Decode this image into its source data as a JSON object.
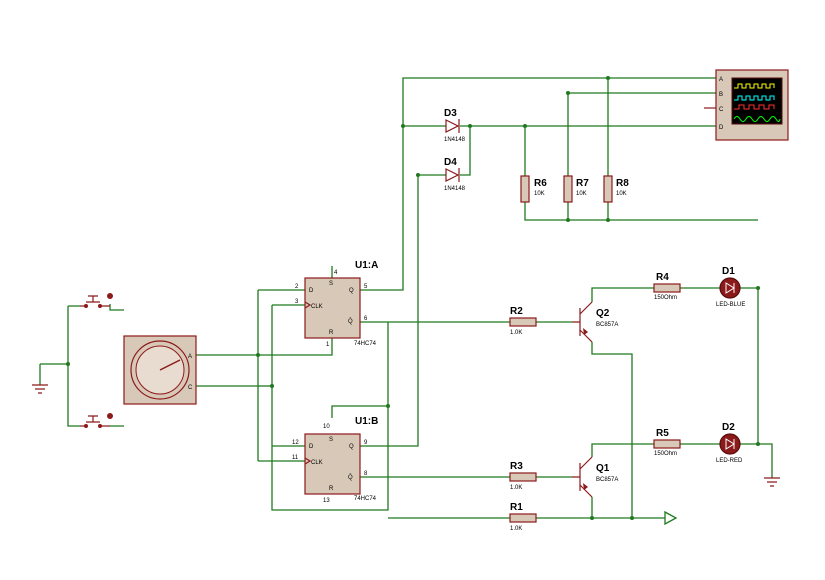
{
  "components": {
    "u1a": {
      "ref": "U1:A",
      "value": "74HC74",
      "pins": {
        "d": "D",
        "clk": "CLK",
        "s": "S",
        "r": "R",
        "q": "Q",
        "qn": "Q̄",
        "n_d": "2",
        "n_clk": "3",
        "n_s": "4",
        "n_r": "1",
        "n_q": "5",
        "n_qn": "6"
      }
    },
    "u1b": {
      "ref": "U1:B",
      "value": "74HC74",
      "pins": {
        "d": "D",
        "clk": "CLK",
        "s": "S",
        "r": "R",
        "q": "Q",
        "qn": "Q̄",
        "n_d": "12",
        "n_clk": "11",
        "n_s": "10",
        "n_r": "13",
        "n_q": "9",
        "n_qn": "8"
      }
    },
    "d3": {
      "ref": "D3",
      "value": "1N4148"
    },
    "d4": {
      "ref": "D4",
      "value": "1N4148"
    },
    "r6": {
      "ref": "R6",
      "value": "10K"
    },
    "r7": {
      "ref": "R7",
      "value": "10K"
    },
    "r8": {
      "ref": "R8",
      "value": "10K"
    },
    "r1": {
      "ref": "R1",
      "value": "1.0K"
    },
    "r2": {
      "ref": "R2",
      "value": "1.0K"
    },
    "r3": {
      "ref": "R3",
      "value": "1.0K"
    },
    "r4": {
      "ref": "R4",
      "value": "150Ohm"
    },
    "r5": {
      "ref": "R5",
      "value": "150Ohm"
    },
    "q1": {
      "ref": "Q1",
      "value": "BC857A"
    },
    "q2": {
      "ref": "Q2",
      "value": "BC857A"
    },
    "d1": {
      "ref": "D1",
      "value": "LED-BLUE"
    },
    "d2": {
      "ref": "D2",
      "value": "LED-RED"
    },
    "encoder": {
      "pin_a": "A",
      "pin_c": "C"
    },
    "scope": {
      "ch_a": "A",
      "ch_b": "B",
      "ch_c": "C",
      "ch_d": "D"
    }
  },
  "colors": {
    "wire": "#1f7a1f",
    "part": "#8b1a1a",
    "body": "#d8c8b8",
    "scope_screen": "#000000",
    "trace_a": "#ffff00",
    "trace_b": "#00ffff",
    "trace_c": "#ff3030",
    "trace_d": "#00ff00"
  }
}
